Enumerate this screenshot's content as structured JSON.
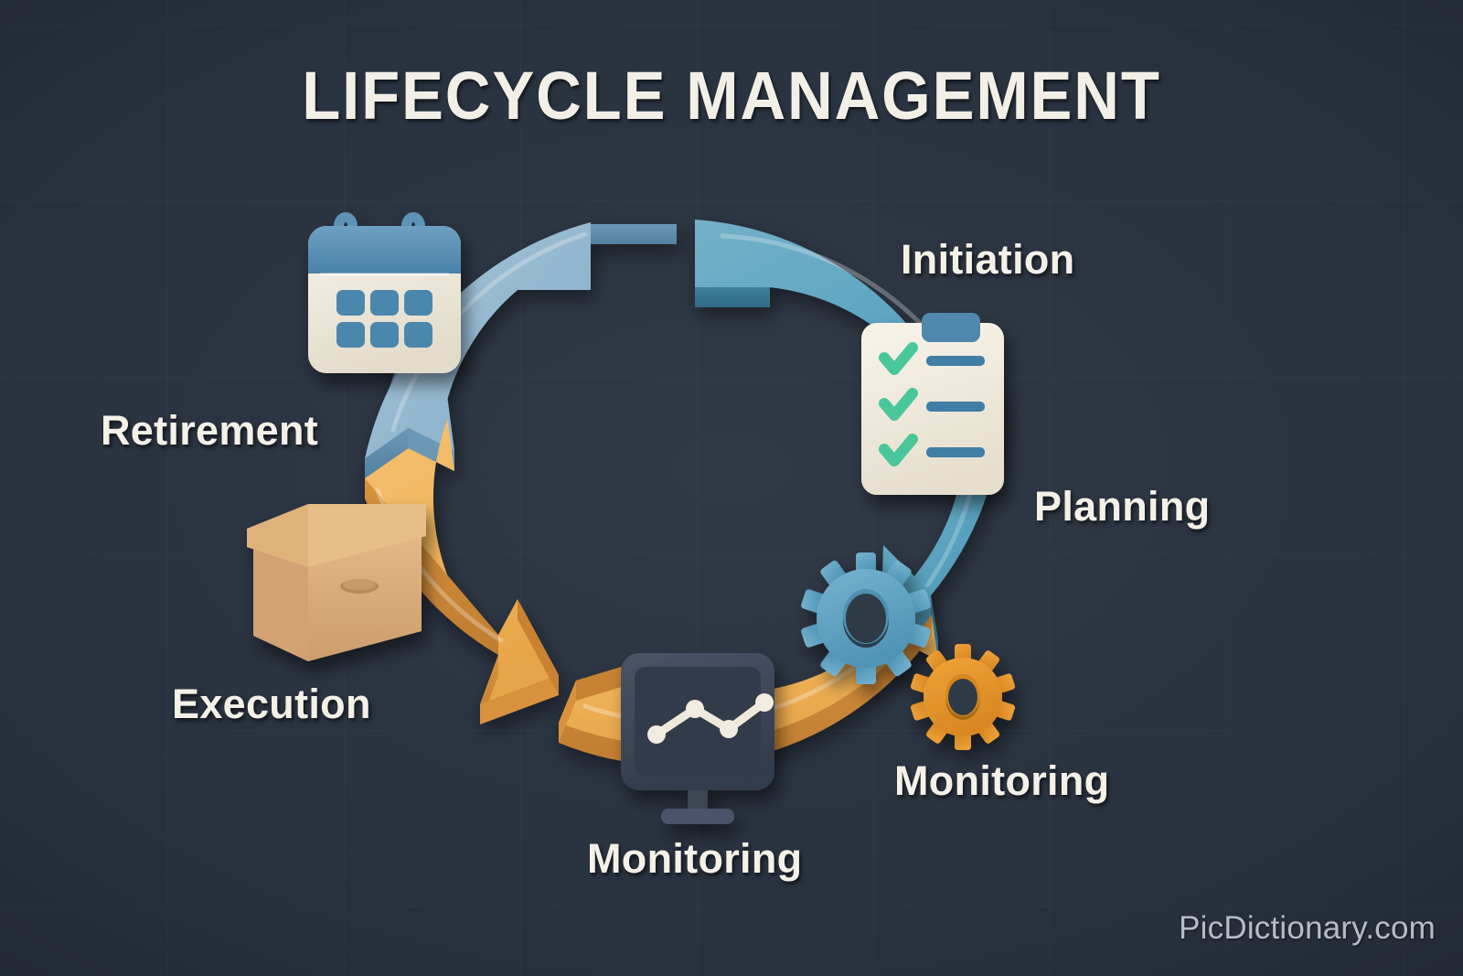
{
  "page": {
    "title": "LIFECYCLE MANAGEMENT",
    "watermark": "PicDictionary.com",
    "background_color": "#29323f",
    "title_color": "#f2efe7",
    "label_color": "#f4f1e8"
  },
  "diagram": {
    "type": "cycle",
    "shape": "circular-arrow-ring",
    "segment_count": 4,
    "segments": [
      {
        "id": "initiation",
        "label": "Initiation",
        "color": "#63abc6",
        "side_color": "#3d7f99",
        "arc_from_deg": -78,
        "arc_to_deg": 6,
        "icon": "clipboard-checklist-icon"
      },
      {
        "id": "planning",
        "label": "Planning",
        "color": "#5ba8c4",
        "side_color": "#3b7c95",
        "arc_from_deg": 8,
        "arc_to_deg": 72,
        "icon": "gears-icon"
      },
      {
        "id": "execution",
        "label": "Execution",
        "color": "#f0b45c",
        "side_color": "#d99140",
        "arc_from_deg": 100,
        "arc_to_deg": 190,
        "icon": "archive-box-icon"
      },
      {
        "id": "retirement",
        "label": "Retirement",
        "color": "#8fb4cd",
        "side_color": "#5c87a8",
        "arc_from_deg": 196,
        "arc_to_deg": 278,
        "icon": "calendar-icon"
      }
    ],
    "labels": [
      {
        "id": "initiation",
        "text": "Initiation"
      },
      {
        "id": "planning",
        "text": "Planning"
      },
      {
        "id": "monitoring-right",
        "text": "Monitoring"
      },
      {
        "id": "monitoring-bottom",
        "text": "Monitoring"
      },
      {
        "id": "execution",
        "text": "Execution"
      },
      {
        "id": "retirement",
        "text": "Retirement"
      }
    ],
    "icons": [
      {
        "id": "calendar-icon",
        "name": "calendar-icon",
        "description": "Blue-and-cream calendar with two rings and six day squares",
        "body_color": "#f1ece1",
        "header_color": "#4f88ac",
        "cell_color": "#4b87ad",
        "cells": 6
      },
      {
        "id": "archive-box-icon",
        "name": "archive-box-icon",
        "description": "Tan cardboard storage box with lid and handle slot",
        "body_color": "#e0b customized",
        "lid_color": "#e3bd8c"
      },
      {
        "id": "monitor-chart-icon",
        "name": "monitor-chart-icon",
        "description": "Dark slate monitor displaying a cream line chart with four nodes",
        "body_color": "#3d4657",
        "line_color": "#efe9dc",
        "node_count": 4
      },
      {
        "id": "gears-icon",
        "name": "gears-icon",
        "description": "Large blue gear with a smaller orange gear",
        "big_gear_color": "#5fa3c4",
        "small_gear_color": "#e7962c",
        "big_gear_teeth": 10,
        "small_gear_teeth": 10
      },
      {
        "id": "clipboard-checklist-icon",
        "name": "clipboard-checklist-icon",
        "description": "Cream clipboard with blue clip, three green checkmarks and three blue lines",
        "body_color": "#f2ece0",
        "clip_color": "#4f88ac",
        "check_color": "#4ac79b",
        "line_color": "#3f7ea6",
        "rows": 3
      }
    ]
  }
}
